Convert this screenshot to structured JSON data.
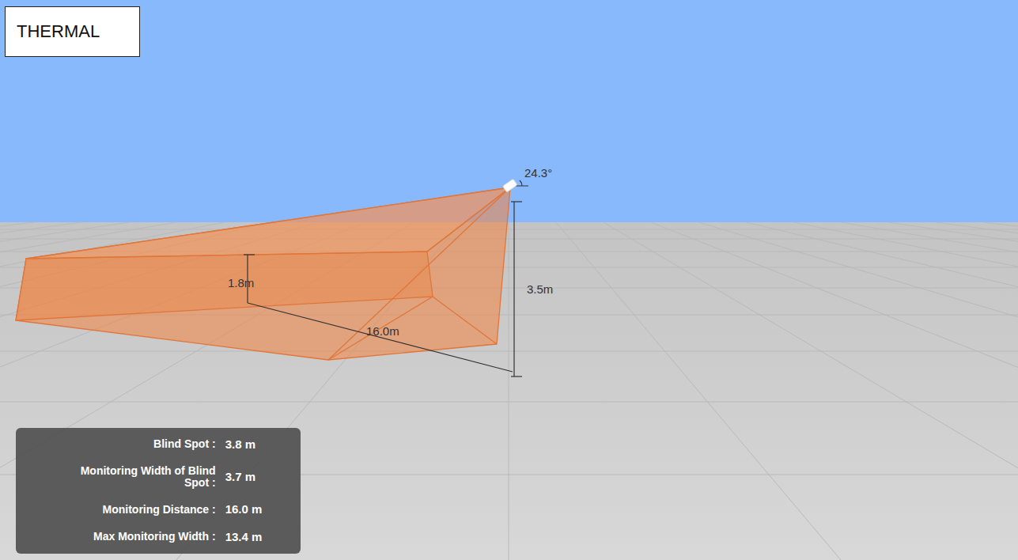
{
  "diagram": {
    "nodes": [
      {
        "text": [
          "THERMAL"
        ]
      },
      {
        "text": [
          "Blind Spot :",
          "3.8 m",
          "Monitoring Width of Blind Spot :",
          "3.7 m",
          "Monitoring Distance :",
          "16.0 m",
          "Max Monitoring Width :",
          "13.4 m"
        ]
      }
    ],
    "labels": [
      "24.3°",
      "1.8m",
      "3.5m",
      "16.0m"
    ]
  }
}
